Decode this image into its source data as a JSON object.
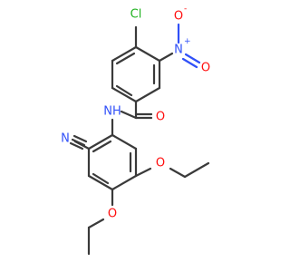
{
  "molecule": {
    "atoms": {
      "cl": "Cl",
      "n_nitro": "N",
      "n_nitro_charge": "+",
      "o_nitro_minus": "O",
      "o_nitro_minus_charge": "-",
      "o_nitro_double": "O",
      "o_amide": "O",
      "nh_amide": "NH",
      "n_nitrile": "N",
      "o_ethoxy_1": "O",
      "o_ethoxy_2": "O"
    },
    "colors": {
      "carbon": "#3a3a3a",
      "nitrogen": "#3050f8",
      "oxygen": "#ff0d0d",
      "chlorine": "#1fb21f"
    }
  }
}
